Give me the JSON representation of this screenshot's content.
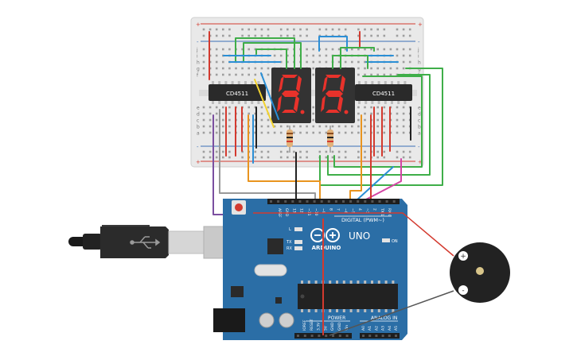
{
  "colors": {
    "board": "#2b6ea6",
    "board_dark": "#1f5683",
    "breadboard": "#e9e9e9",
    "rail_red": "#d33a2f",
    "rail_blue": "#3b6fb6",
    "chip": "#2a2a2a",
    "display_body": "#333333",
    "segment_on": "#e8322b",
    "wire_green": "#3fae49",
    "wire_blue": "#2b8fd6",
    "wire_red": "#d33a2f",
    "wire_orange": "#e9941f",
    "wire_black": "#222222",
    "wire_purple": "#7b4fa0",
    "wire_pink": "#d345a4",
    "wire_yellow": "#f2d22e",
    "buzzer": "#222222"
  },
  "breadboard": {
    "row_labels_top": [
      "j",
      "i",
      "h",
      "g",
      "f"
    ],
    "row_labels_bottom": [
      "e",
      "d",
      "c",
      "b",
      "a"
    ],
    "rail_plus": "+",
    "rail_minus": "-"
  },
  "chips": {
    "left_label": "CD4511",
    "right_label": "CD4511"
  },
  "displays": {
    "left_digit": "8.",
    "right_digit": "8."
  },
  "arduino": {
    "brand": "ARDUINO",
    "model": "UNO",
    "digital_label": "DIGITAL (PWM~)",
    "power_label": "POWER",
    "analog_label": "ANALOG IN",
    "on_label": "ON",
    "tx_label": "TX",
    "rx_label": "RX",
    "l_label": "L",
    "top_pin_labels": [
      "AREF",
      "GND",
      "13",
      "12",
      "~11",
      "~10",
      "~9",
      "8",
      "7",
      "~6",
      "~5",
      "4",
      "~3",
      "2",
      "TX 1",
      "RX 0"
    ],
    "power_pin_labels": [
      "IOREF",
      "RESET",
      "3.3V",
      "5V",
      "GND",
      "GND",
      "Vin"
    ],
    "analog_pin_labels": [
      "A0",
      "A1",
      "A2",
      "A3",
      "A4",
      "A5"
    ]
  },
  "buzzer": {
    "plus": "+",
    "minus": "-"
  }
}
